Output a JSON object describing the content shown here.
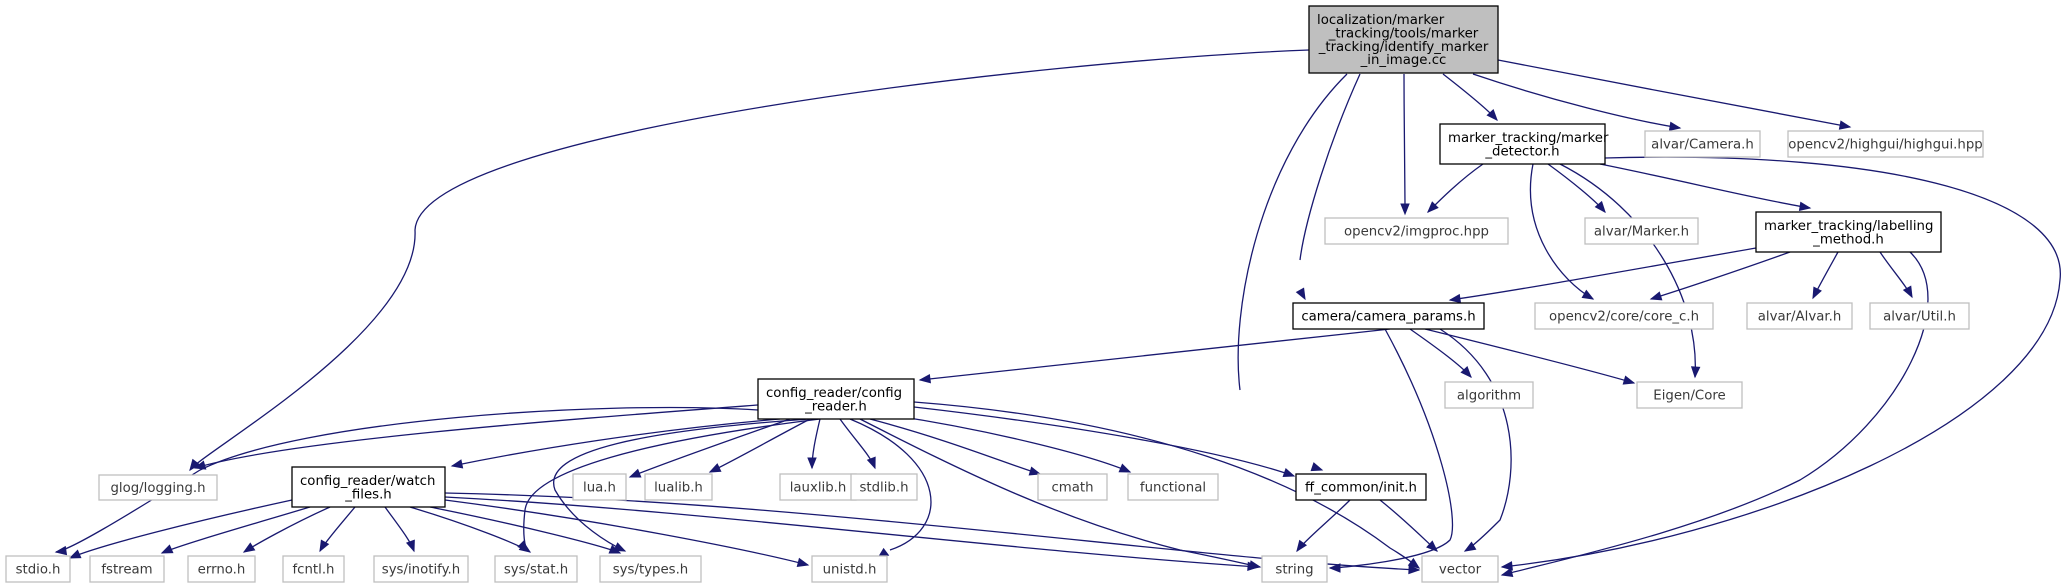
{
  "root": [
    "localization/marker",
    "_tracking/tools/marker",
    "_tracking/identify_marker",
    "_in_image.cc"
  ],
  "nodes": {
    "logging": [
      "glog/logging.h"
    ],
    "init": [
      "ff_common/init.h"
    ],
    "camparams": [
      "camera/camera_params.h"
    ],
    "detector": [
      "marker_tracking/marker",
      "_detector.h"
    ],
    "imgproc": [
      "opencv2/imgproc.hpp"
    ],
    "alvarcam": [
      "alvar/Camera.h"
    ],
    "highgui": [
      "opencv2/highgui/highgui.hpp"
    ],
    "vector": [
      "vector"
    ],
    "marker": [
      "alvar/Marker.h"
    ],
    "labelling": [
      "marker_tracking/labelling",
      "_method.h"
    ],
    "corec": [
      "opencv2/core/core_c.h"
    ],
    "eigen": [
      "Eigen/Core"
    ],
    "alvar": [
      "alvar/Alvar.h"
    ],
    "util": [
      "alvar/Util.h"
    ],
    "config": [
      "config_reader/config",
      "_reader.h"
    ],
    "algorithm": [
      "algorithm"
    ],
    "string": [
      "string"
    ],
    "watch": [
      "config_reader/watch",
      "_files.h"
    ],
    "lua": [
      "lua.h"
    ],
    "lualib": [
      "lualib.h"
    ],
    "lauxlib": [
      "lauxlib.h"
    ],
    "stdlib": [
      "stdlib.h"
    ],
    "cmath": [
      "cmath"
    ],
    "functional": [
      "functional"
    ],
    "stdio": [
      "stdio.h"
    ],
    "fstream": [
      "fstream"
    ],
    "errno": [
      "errno.h"
    ],
    "fcntl": [
      "fcntl.h"
    ],
    "inotify": [
      "sys/inotify.h"
    ],
    "stat": [
      "sys/stat.h"
    ],
    "types": [
      "sys/types.h"
    ],
    "unistd": [
      "unistd.h"
    ]
  },
  "edges": [
    [
      "root",
      "logging"
    ],
    [
      "root",
      "init"
    ],
    [
      "root",
      "camparams"
    ],
    [
      "root",
      "detector"
    ],
    [
      "root",
      "imgproc"
    ],
    [
      "root",
      "alvarcam"
    ],
    [
      "root",
      "highgui"
    ],
    [
      "detector",
      "imgproc"
    ],
    [
      "detector",
      "marker"
    ],
    [
      "detector",
      "labelling"
    ],
    [
      "detector",
      "corec"
    ],
    [
      "detector",
      "eigen"
    ],
    [
      "detector",
      "vector"
    ],
    [
      "labelling",
      "camparams"
    ],
    [
      "labelling",
      "corec"
    ],
    [
      "labelling",
      "alvar"
    ],
    [
      "labelling",
      "util"
    ],
    [
      "labelling",
      "vector"
    ],
    [
      "camparams",
      "config"
    ],
    [
      "camparams",
      "algorithm"
    ],
    [
      "camparams",
      "eigen"
    ],
    [
      "camparams",
      "string"
    ],
    [
      "camparams",
      "vector"
    ],
    [
      "config",
      "logging"
    ],
    [
      "config",
      "watch"
    ],
    [
      "config",
      "stdio"
    ],
    [
      "config",
      "lua"
    ],
    [
      "config",
      "lualib"
    ],
    [
      "config",
      "lauxlib"
    ],
    [
      "config",
      "stdlib"
    ],
    [
      "config",
      "cmath"
    ],
    [
      "config",
      "functional"
    ],
    [
      "config",
      "init"
    ],
    [
      "config",
      "stat"
    ],
    [
      "config",
      "types"
    ],
    [
      "config",
      "unistd"
    ],
    [
      "config",
      "string"
    ],
    [
      "config",
      "vector"
    ],
    [
      "init",
      "string"
    ],
    [
      "init",
      "vector"
    ],
    [
      "watch",
      "stdio"
    ],
    [
      "watch",
      "fstream"
    ],
    [
      "watch",
      "errno"
    ],
    [
      "watch",
      "fcntl"
    ],
    [
      "watch",
      "inotify"
    ],
    [
      "watch",
      "stat"
    ],
    [
      "watch",
      "types"
    ],
    [
      "watch",
      "unistd"
    ],
    [
      "watch",
      "string"
    ],
    [
      "watch",
      "vector"
    ]
  ]
}
